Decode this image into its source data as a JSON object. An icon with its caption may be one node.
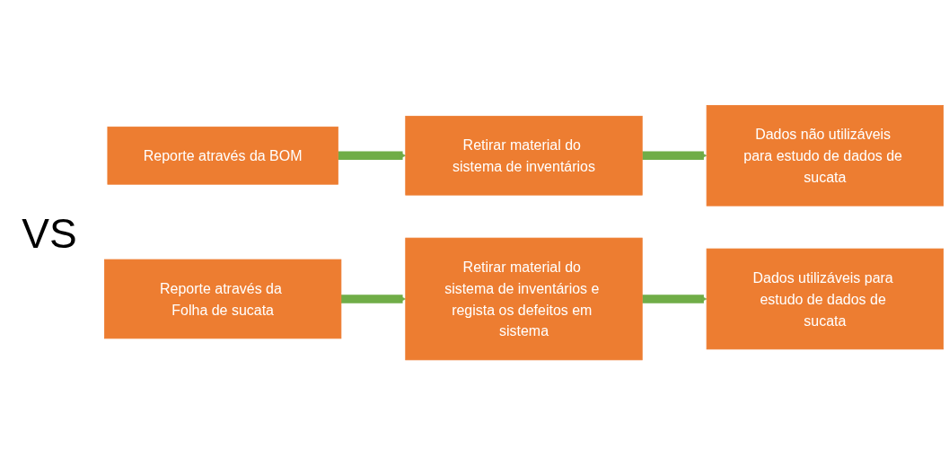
{
  "diagram": {
    "nodes": [
      {
        "text": [
          "Reporte através da BOM"
        ]
      },
      {
        "text": [
          "Retirar material do sistema de inventários"
        ]
      },
      {
        "text": [
          "Dados não utilizáveis para estudo de dados de sucata"
        ]
      },
      {
        "text": [
          "Reporte através da Folha de sucata"
        ]
      },
      {
        "text": [
          "Retirar material do sistema de inventários e regista os defeitos em sistema"
        ]
      },
      {
        "text": [
          "Dados utilizáveis para estudo de dados de sucata"
        ]
      }
    ],
    "edges": [
      {
        "from": 0,
        "to": 1,
        "arrow": "to"
      },
      {
        "from": 1,
        "to": 2,
        "arrow": "to"
      },
      {
        "from": 3,
        "to": 4,
        "arrow": "to"
      },
      {
        "from": 4,
        "to": 5,
        "arrow": "to"
      }
    ],
    "labels": [
      "VS"
    ]
  }
}
